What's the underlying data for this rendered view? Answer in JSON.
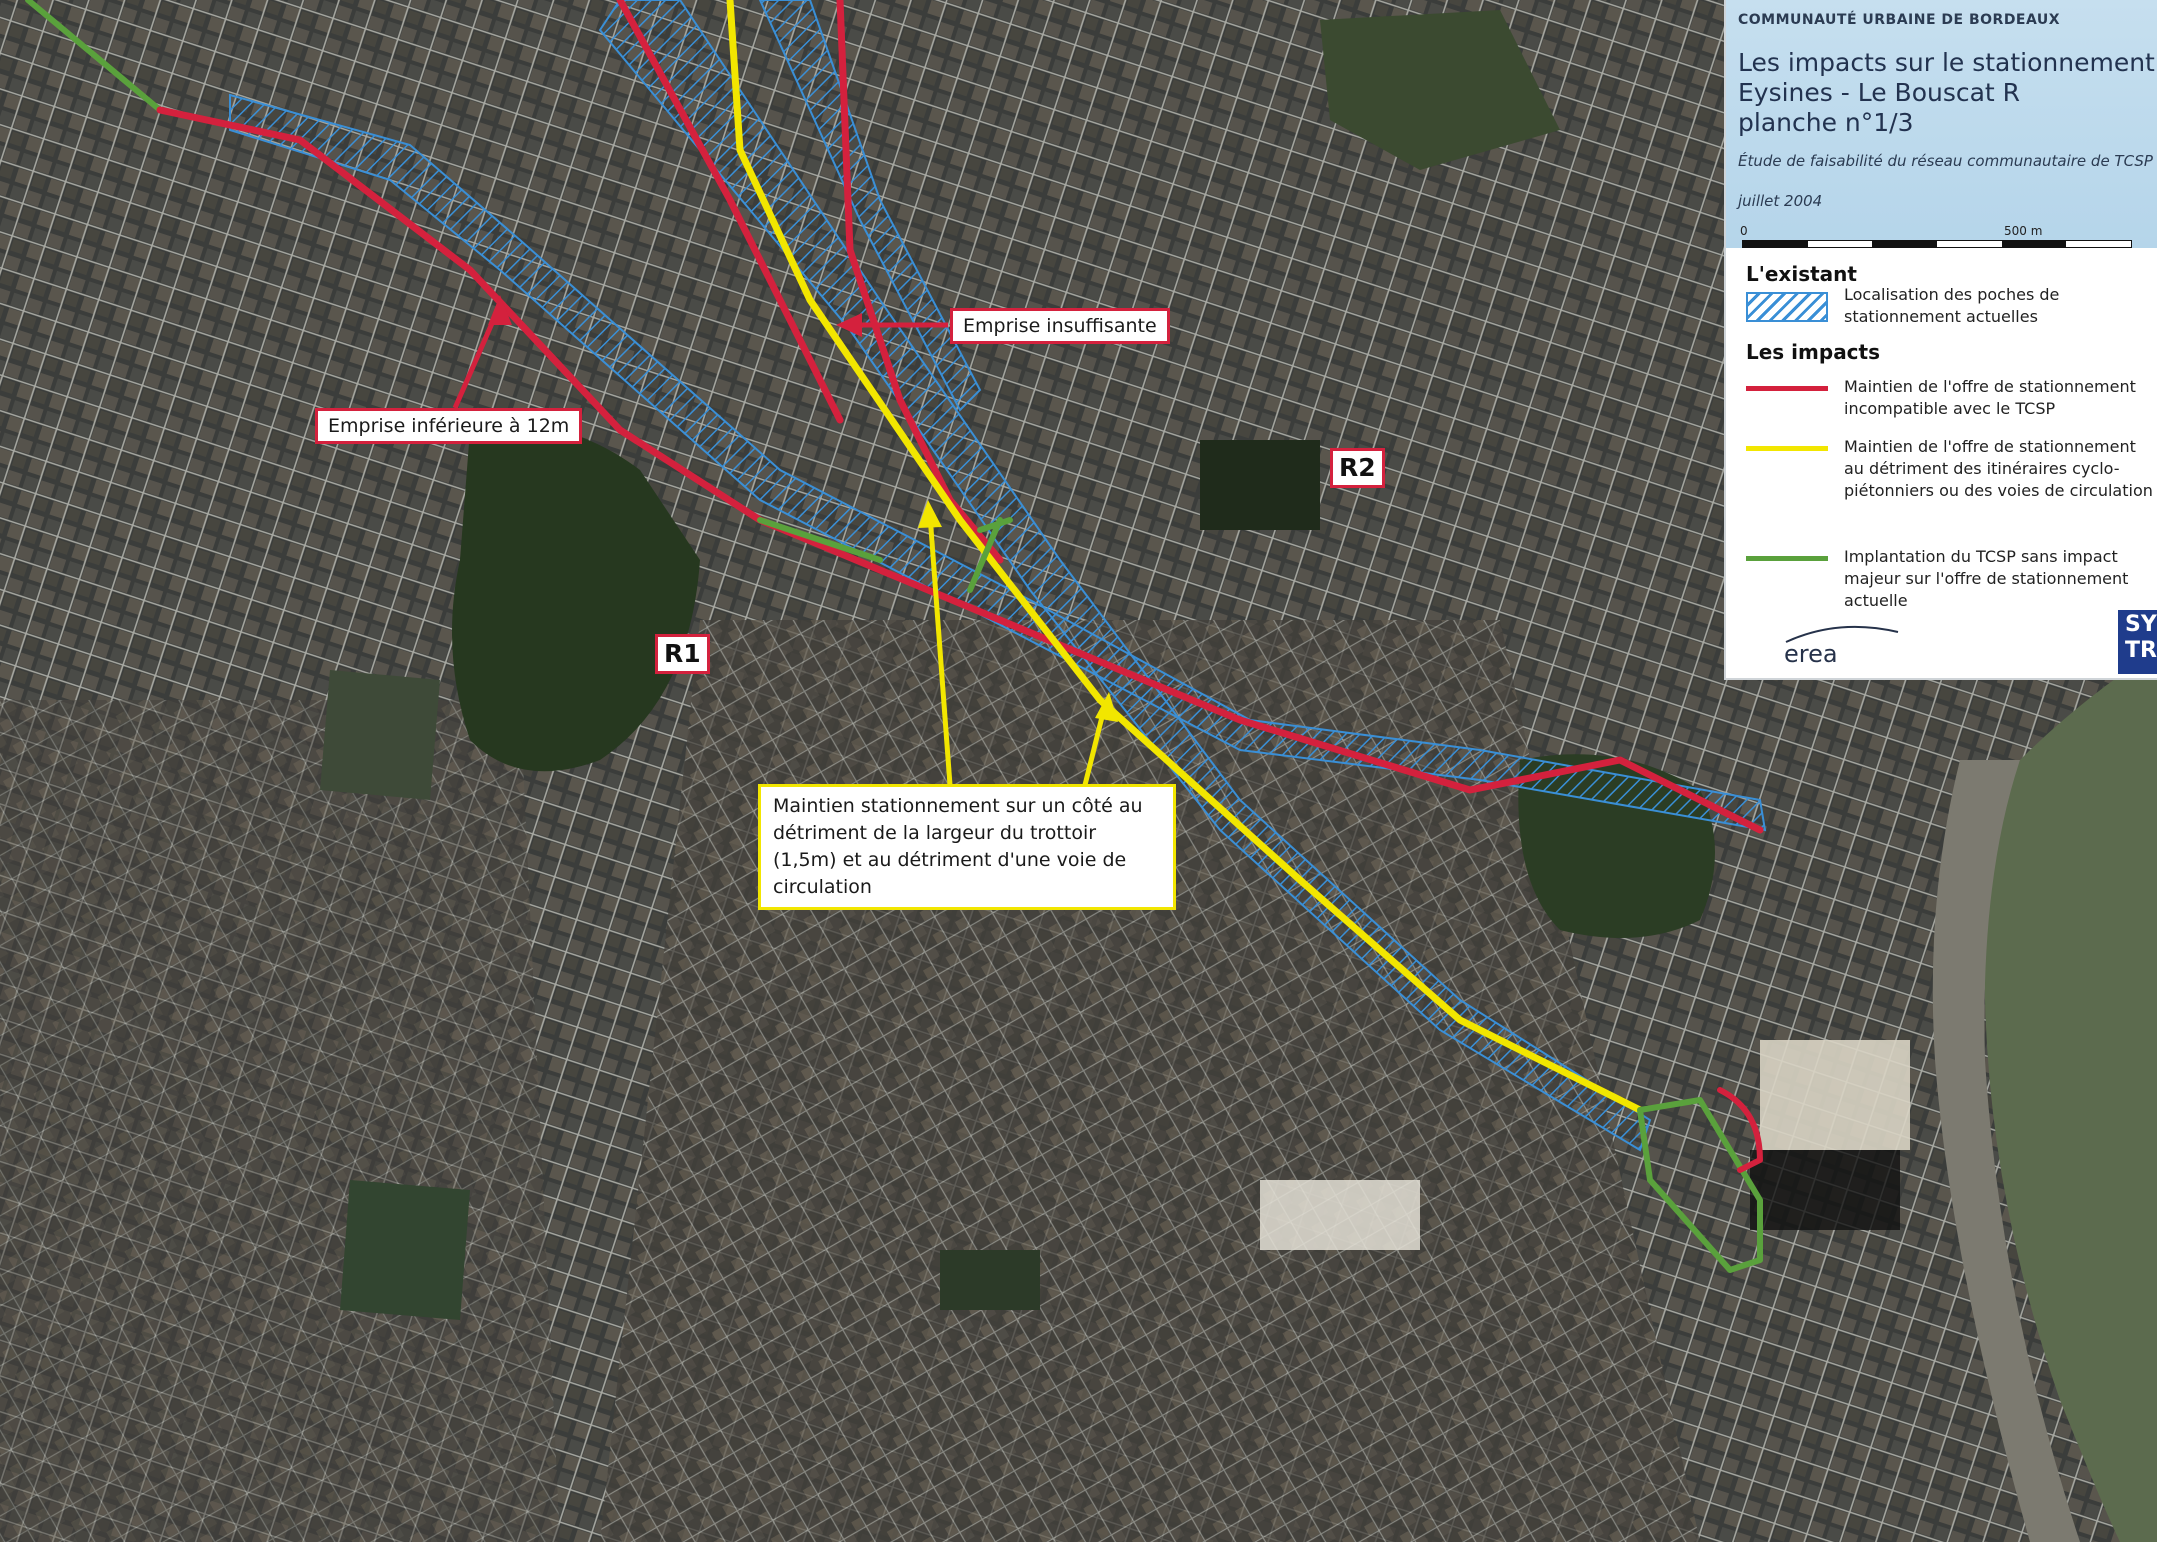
{
  "legend": {
    "organization": "COMMUNAUTÉ URBAINE DE BORDEAUX",
    "title_line1": "Les impacts sur le stationnement",
    "title_line2": "Eysines - Le Bouscat R",
    "title_line3": "planche n°1/3",
    "subtitle": "Étude de faisabilité du réseau communautaire de TCSP",
    "date": "juillet 2004",
    "scale_start": "0",
    "scale_end": "500 m",
    "section_existing": "L'existant",
    "existing_item": "Localisation des poches de stationnement actuelles",
    "section_impacts": "Les impacts",
    "impact_red": "Maintien de l'offre de stationnement incompatible avec le TCSP",
    "impact_yellow": "Maintien de l'offre de stationnement au détriment des itinéraires cyclo-piétonniers ou des voies de circulation",
    "impact_green": "Implantation du TCSP sans impact majeur sur l'offre de stationnement actuelle",
    "logo_left": "erea",
    "logo_right": "SYS TR"
  },
  "callouts": {
    "emprise_insuffisante": "Emprise insuffisante",
    "emprise_inferieure": "Emprise inférieure à 12m",
    "maintien_stationnement": "Maintien stationnement sur un côté au détriment de la largeur du trottoir (1,5m) et au détriment d'une voie de circulation"
  },
  "route_labels": {
    "r1": "R1",
    "r2": "R2"
  },
  "colors": {
    "red_impact": "#d4213d",
    "yellow_impact": "#f2e600",
    "green_impact": "#5aa13c",
    "hatch_existing": "#3a8fd6",
    "river": "#5c6b4e"
  }
}
